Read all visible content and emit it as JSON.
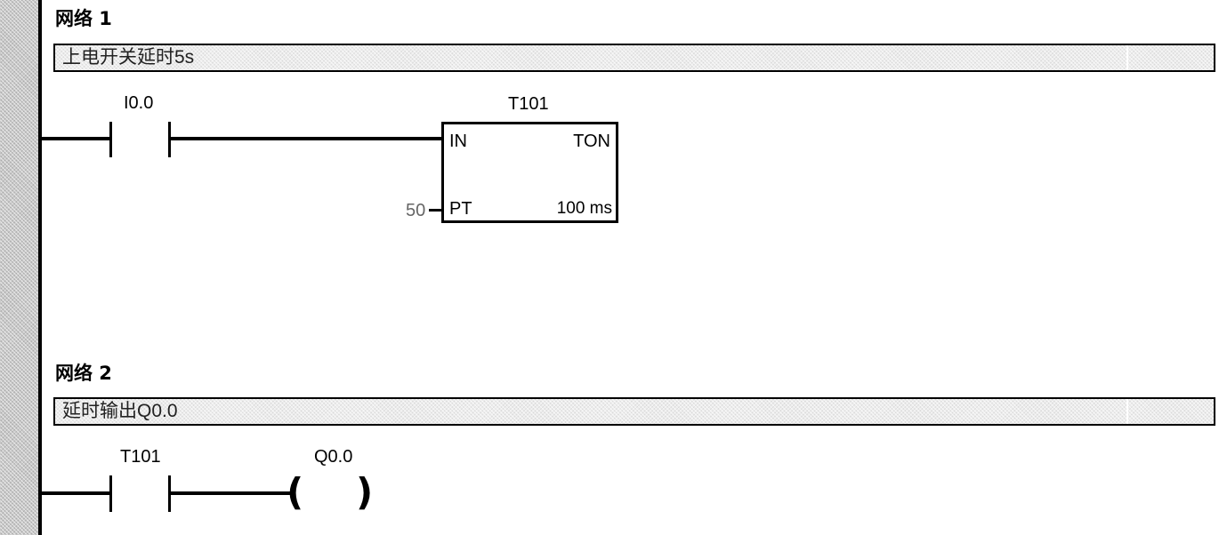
{
  "networks": [
    {
      "title": "网络 1",
      "comment": "上电开关延时5s",
      "contact_address": "I0.0",
      "timer": {
        "name": "T101",
        "in_pin": "IN",
        "type": "TON",
        "pt_pin": "PT",
        "pt_value": "50",
        "resolution": "100 ms"
      }
    },
    {
      "title": "网络 2",
      "comment": "延时输出Q0.0",
      "contact_address": "T101",
      "coil_address": "Q0.0",
      "coil_open": "(",
      "coil_close": ")"
    }
  ]
}
